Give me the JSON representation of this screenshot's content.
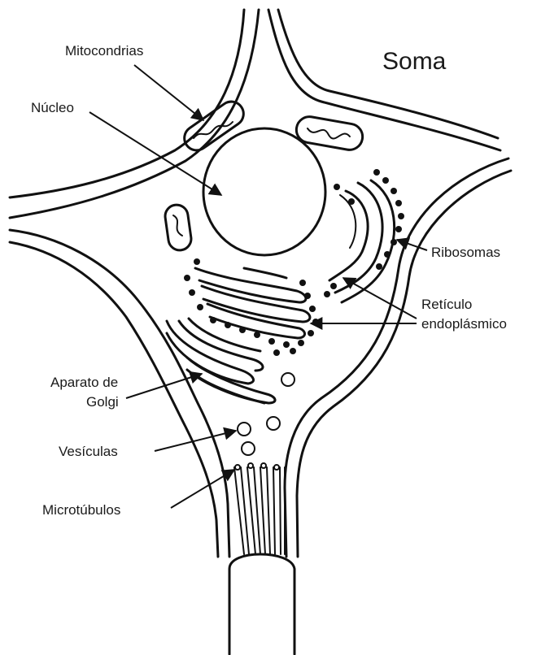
{
  "labels": {
    "soma": "Soma",
    "mitocondrias": "Mitocondrias",
    "nucleo": "Núcleo",
    "ribosomas": "Ribosomas",
    "reticulo_line1": "Retículo",
    "reticulo_line2": "endoplásmico",
    "aparato_line1": "Aparato de",
    "aparato_line2": "Golgi",
    "vesiculas": "Vesículas",
    "microtubulos": "Microtúbulos"
  }
}
